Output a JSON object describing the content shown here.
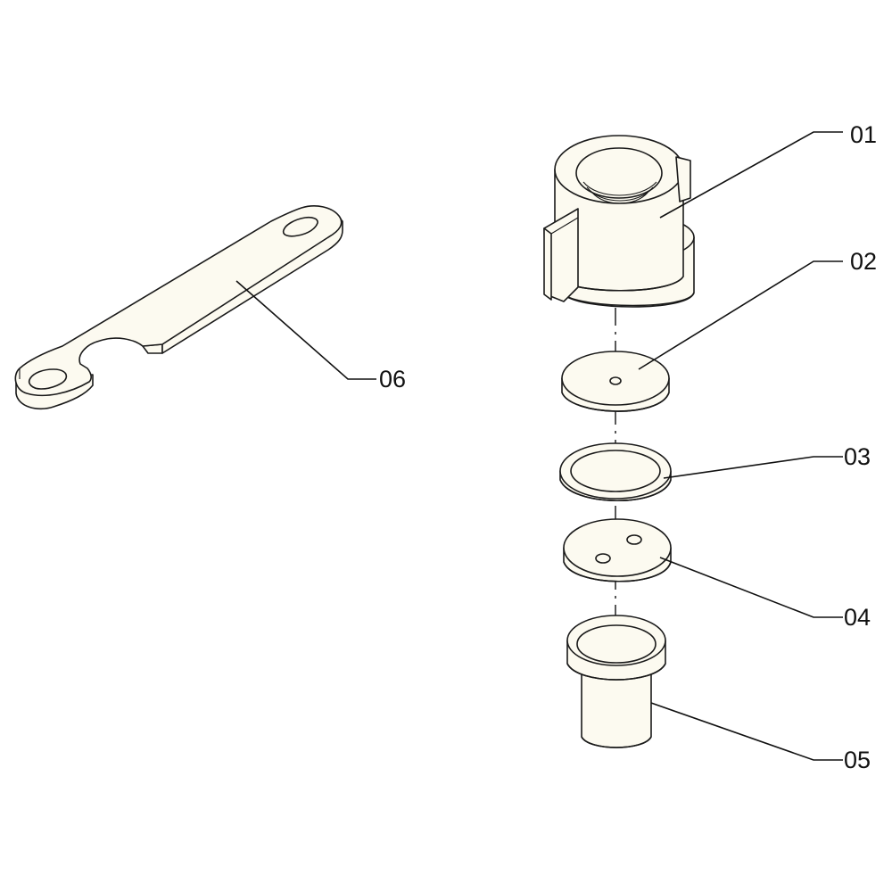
{
  "callouts": [
    "01",
    "02",
    "03",
    "04",
    "05",
    "06"
  ]
}
